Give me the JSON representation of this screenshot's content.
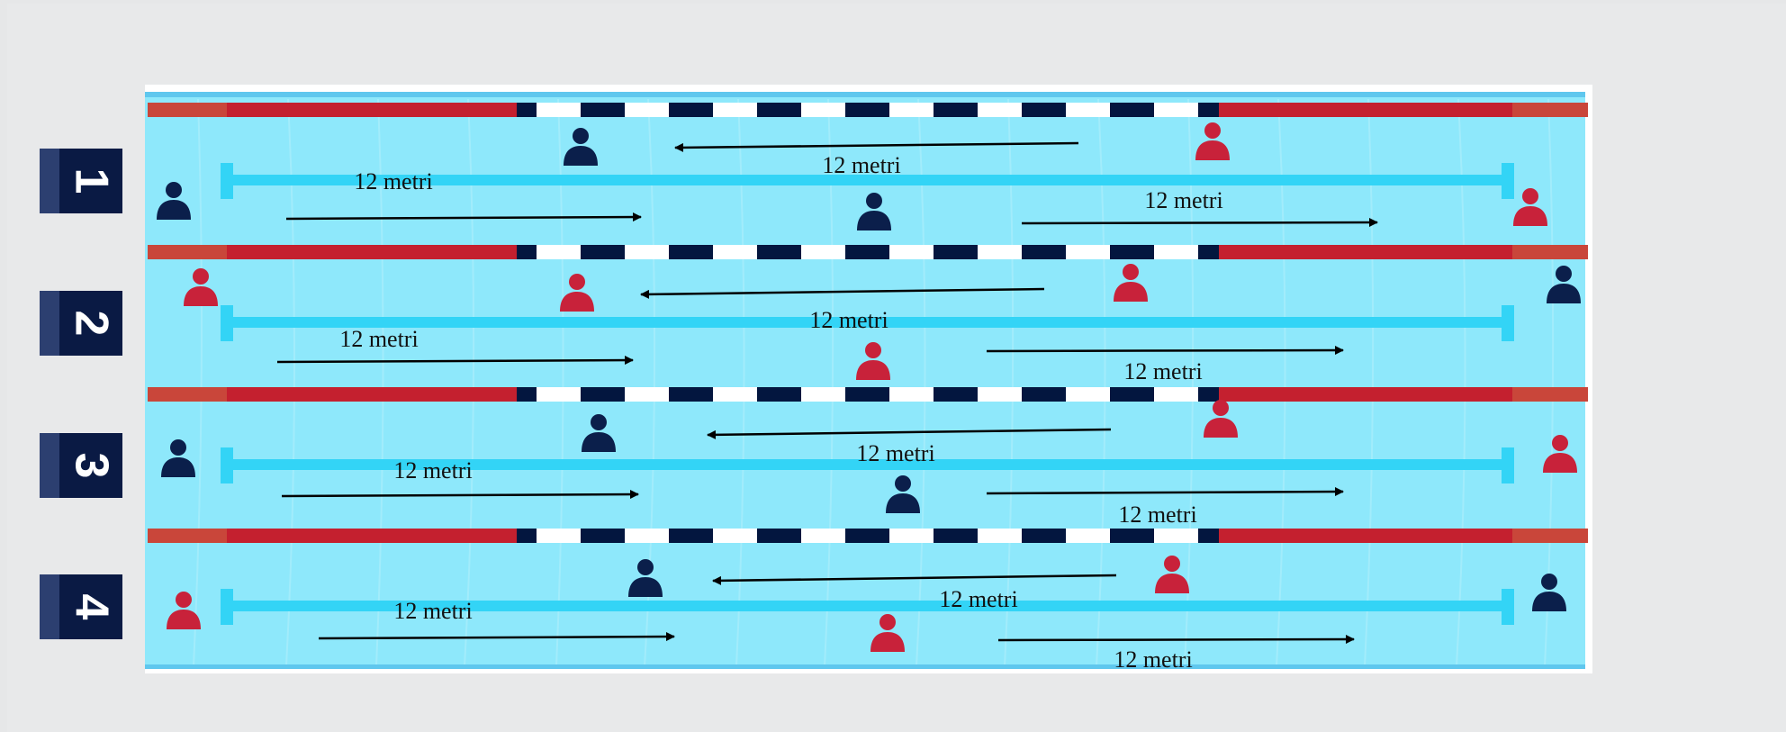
{
  "colors": {
    "water": "#8ee8fb",
    "cable": "#33d4f6",
    "rope_red": "#c4202f",
    "rope_dark": "#03163f",
    "rope_white": "#ffffff",
    "player_red": "#c8223a",
    "player_dark": "#0b1f4b",
    "badge": "#0a1a44"
  },
  "lanes": [
    {
      "number": "1",
      "labels": [
        "12 metri",
        "12 metri",
        "12 metri"
      ]
    },
    {
      "number": "2",
      "labels": [
        "12 metri",
        "12 metri",
        "12 metri"
      ]
    },
    {
      "number": "3",
      "labels": [
        "12 metri",
        "12 metri",
        "12 metri"
      ]
    },
    {
      "number": "4",
      "labels": [
        "12 metri",
        "12 metri",
        "12 metri"
      ]
    }
  ],
  "player_icon": "person-icon",
  "arrow_icon": "arrow-icon"
}
